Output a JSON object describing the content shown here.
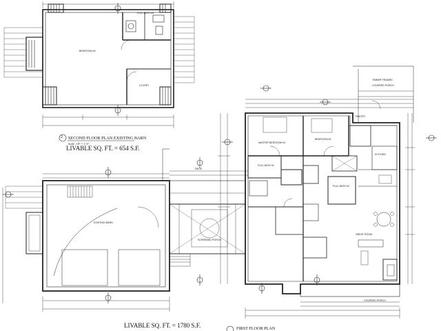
{
  "second_floor": {
    "title": "SECOND FLOOR PLAN EXISTING BARN",
    "number": "2",
    "scale": "Scale: 1/4\" = 1'-0\"",
    "livable": "LIVABLE SQ. FT. = 654 S.F.",
    "rooms": {
      "bedroom3": "BEDROOM #3",
      "full_bath3": "FULL BATH #3",
      "closet": "CLOSET"
    }
  },
  "first_floor": {
    "title": "FIRST FLOOR PLAN",
    "livable": "LIVABLE SQ. FT. = 1780 S.F.",
    "rooms": {
      "existing_barn": "EXISTING BARN",
      "deck": "DECK",
      "screened_porch": "SCREENED PORCH",
      "master_bedroom": "MASTER BEDROOM #1",
      "bedroom2": "BEDROOM #2",
      "full_bath1": "FULL BATH #1",
      "full_bath2": "FULL BATH #2",
      "pantry": "PANTRY",
      "kitchen": "KITCHEN",
      "great_room": "GREAT ROOM",
      "covered_porch_top": "COVERED PORCH",
      "covered_porch_bottom": "COVERED PORCH",
      "timber_framed": "TIMBER FRAMED"
    }
  },
  "colors": {
    "ink": "#222222",
    "paper": "#ffffff"
  }
}
